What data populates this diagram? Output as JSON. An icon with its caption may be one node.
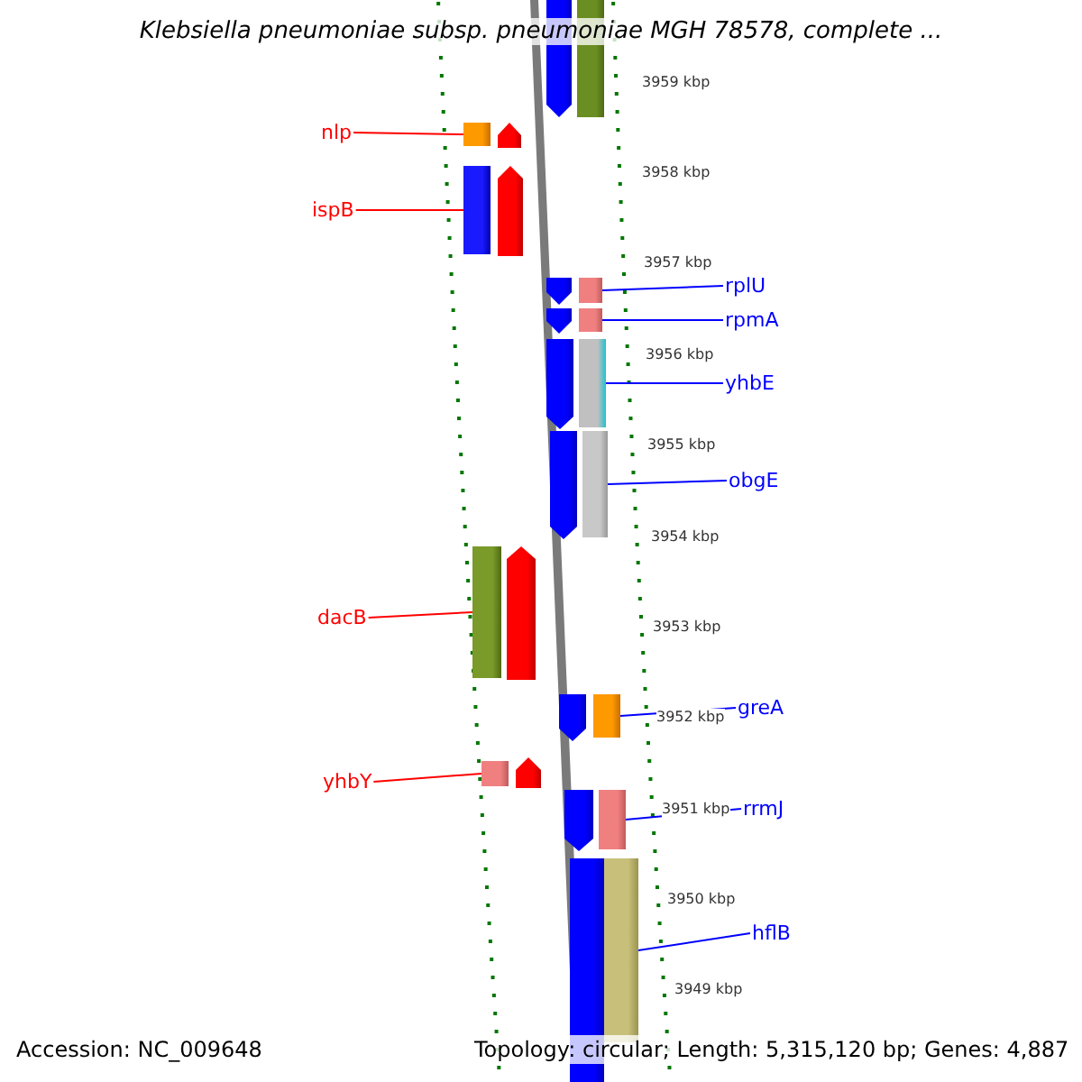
{
  "diagram": {
    "title": "Klebsiella pneumoniae subsp. pneumoniae MGH 78578, complete ...",
    "nodes": [
      {
        "text": [
          "nlp"
        ]
      },
      {
        "text": [
          "ispB"
        ]
      },
      {
        "text": [
          "rplU"
        ]
      },
      {
        "text": [
          "rpmA"
        ]
      },
      {
        "text": [
          "yhbE"
        ]
      },
      {
        "text": [
          "obgE"
        ]
      },
      {
        "text": [
          "dacB"
        ]
      },
      {
        "text": [
          "greA"
        ]
      },
      {
        "text": [
          "yhbY"
        ]
      },
      {
        "text": [
          "rrmJ"
        ]
      },
      {
        "text": [
          "hflB"
        ]
      },
      {
        "text": [],
        "shape": "bar"
      },
      {
        "text": [],
        "shape": "bar"
      },
      {
        "text": [],
        "shape": "bar"
      },
      {
        "text": [],
        "shape": "bar"
      },
      {
        "text": [],
        "shape": "bar"
      },
      {
        "text": [],
        "shape": "bar"
      },
      {
        "text": [],
        "shape": "bar"
      },
      {
        "text": [],
        "shape": "bar"
      },
      {
        "text": [],
        "shape": "bar"
      },
      {
        "text": [],
        "shape": "bar"
      },
      {
        "text": [],
        "shape": "bar"
      },
      {
        "text": [],
        "shape": "arrow"
      },
      {
        "text": [],
        "shape": "bar"
      },
      {
        "text": [],
        "shape": "arrow"
      },
      {
        "text": [],
        "shape": "arrow"
      },
      {
        "text": [],
        "shape": "arrow"
      },
      {
        "text": [],
        "shape": "arrow"
      },
      {
        "text": [],
        "shape": "arrow"
      },
      {
        "text": [],
        "shape": "arrow"
      },
      {
        "text": [],
        "shape": "arrow"
      },
      {
        "text": [],
        "shape": "arrow"
      },
      {
        "text": [],
        "shape": "arrow"
      },
      {
        "text": [],
        "shape": "arrow"
      },
      {
        "text": [],
        "shape": "bar"
      }
    ],
    "edges": [
      {
        "from": 0,
        "to": 11,
        "arrow": "none",
        "color": "#ff0000"
      },
      {
        "from": 1,
        "to": 12,
        "arrow": "none",
        "color": "#ff0000"
      },
      {
        "from": 2,
        "to": 13,
        "arrow": "none"
      },
      {
        "from": 3,
        "to": 14,
        "arrow": "none"
      },
      {
        "from": 4,
        "to": 15,
        "arrow": "none"
      },
      {
        "from": 5,
        "to": 16,
        "arrow": "none"
      },
      {
        "from": 6,
        "to": 17,
        "arrow": "none",
        "color": "#ff0000"
      },
      {
        "from": 7,
        "to": 18,
        "arrow": "none"
      },
      {
        "from": 8,
        "to": 19,
        "arrow": "none",
        "color": "#ff0000"
      },
      {
        "from": 9,
        "to": 20,
        "arrow": "none"
      },
      {
        "from": 10,
        "to": 21,
        "arrow": "none"
      }
    ],
    "labels": [
      "3959 kbp",
      "3958 kbp",
      "3957 kbp",
      "3956 kbp",
      "3955 kbp",
      "3954 kbp",
      "3953 kbp",
      "3952 kbp",
      "3951 kbp",
      "3950 kbp",
      "3949 kbp",
      "Accession: NC_009648",
      "Topology: circular; Length: 5,315,120 bp; Genes: 4,887"
    ]
  }
}
